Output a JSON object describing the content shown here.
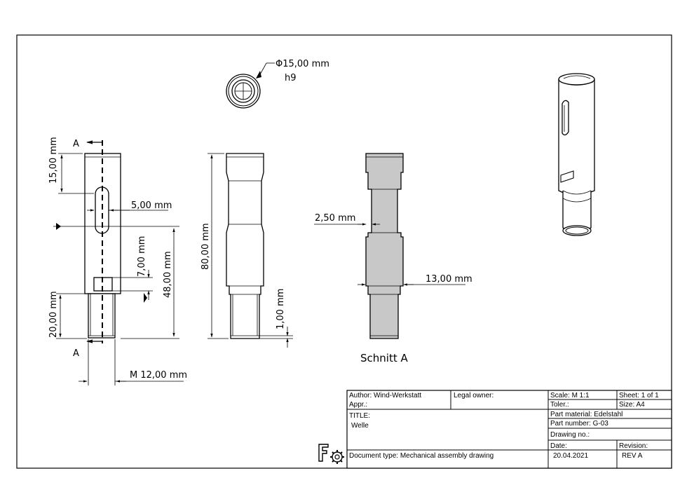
{
  "drawing": {
    "section_marker_top": "A",
    "section_marker_bottom": "A",
    "section_title": "Schnitt A",
    "dimensions": {
      "d15": "15,00 mm",
      "d5": "5,00 mm",
      "d7": "7,00 mm",
      "d48": "48,00 mm",
      "d20": "20,00 mm",
      "m12": "M 12,00 mm",
      "d80": "80,00 mm",
      "d1": "1,00 mm",
      "d2_5": "2,50 mm",
      "d13": "13,00 mm",
      "dia15": "Φ15,00 mm",
      "tol": "h9"
    }
  },
  "title_block": {
    "author": "Author: Wind-Werkstatt",
    "appr": "Appr.:",
    "legal_owner": "Legal owner:",
    "scale": "Scale: M 1:1",
    "toler": "Toler.:",
    "sheet": "Sheet: 1 of 1",
    "size": "Size:  A4",
    "title_label": "TITLE:",
    "title_value": "Welle",
    "part_material": "Part material: Edelstahl",
    "part_number": "Part number:  G-03",
    "drawing_no": "Drawing no.:",
    "date_label": "Date:",
    "date_value": "20.04.2021",
    "revision_label": "Revision:",
    "revision_value": "REV A",
    "document_type": "Document type:  Mechanical assembly drawing"
  }
}
